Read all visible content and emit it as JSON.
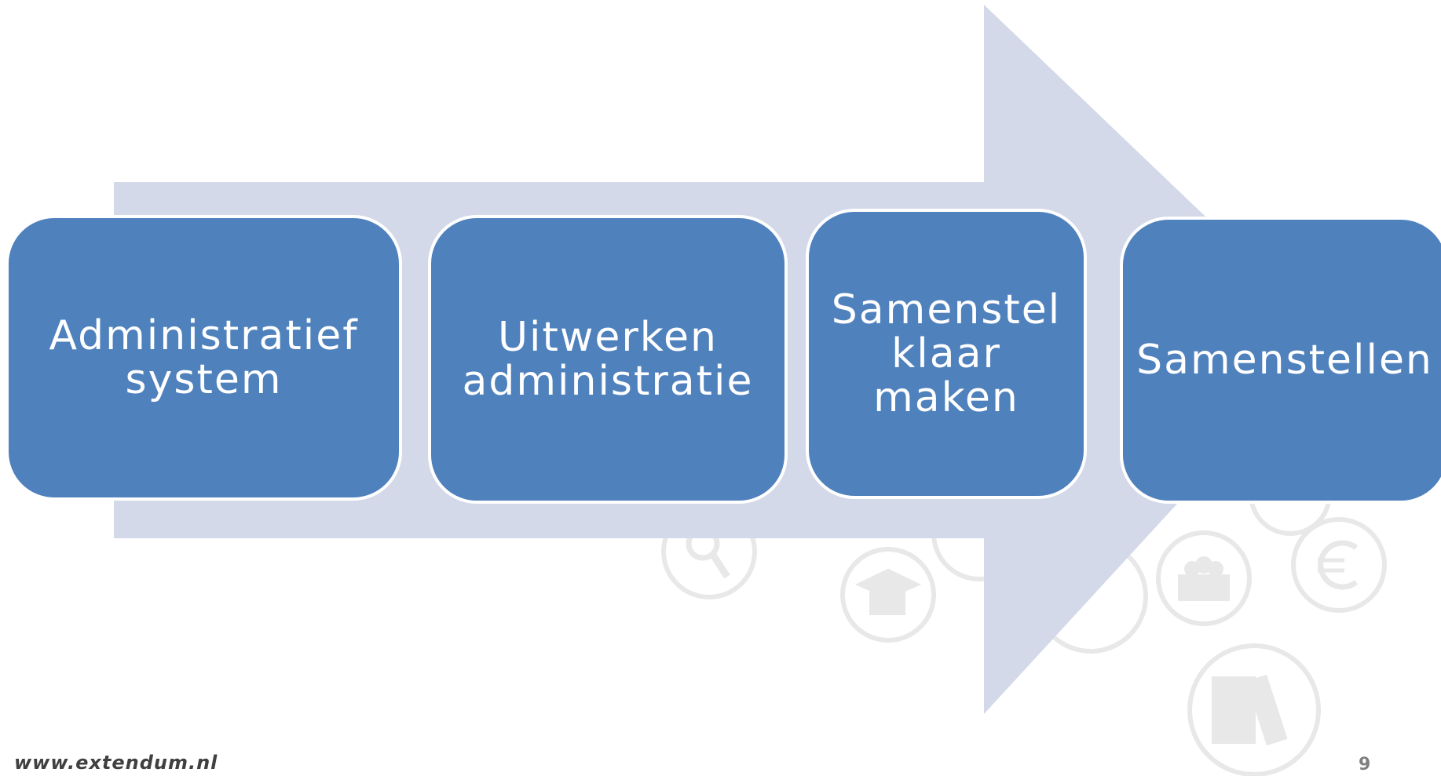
{
  "steps": [
    {
      "label": "Administratief\nsystem"
    },
    {
      "label": "Uitwerken\nadministratie"
    },
    {
      "label": "Samenstel\nklaar\nmaken"
    },
    {
      "label": "Samenstellen"
    }
  ],
  "footer": {
    "url": "www.extendum.nl",
    "page_number": "9"
  },
  "colors": {
    "box": "#4f81bd",
    "arrow": "#d3d9e8",
    "watermark": "#e6e6e6"
  },
  "watermark_icons": [
    "magnifier-icon",
    "graduation-cap-icon",
    "people-icon",
    "euro-icon",
    "binders-icon"
  ]
}
